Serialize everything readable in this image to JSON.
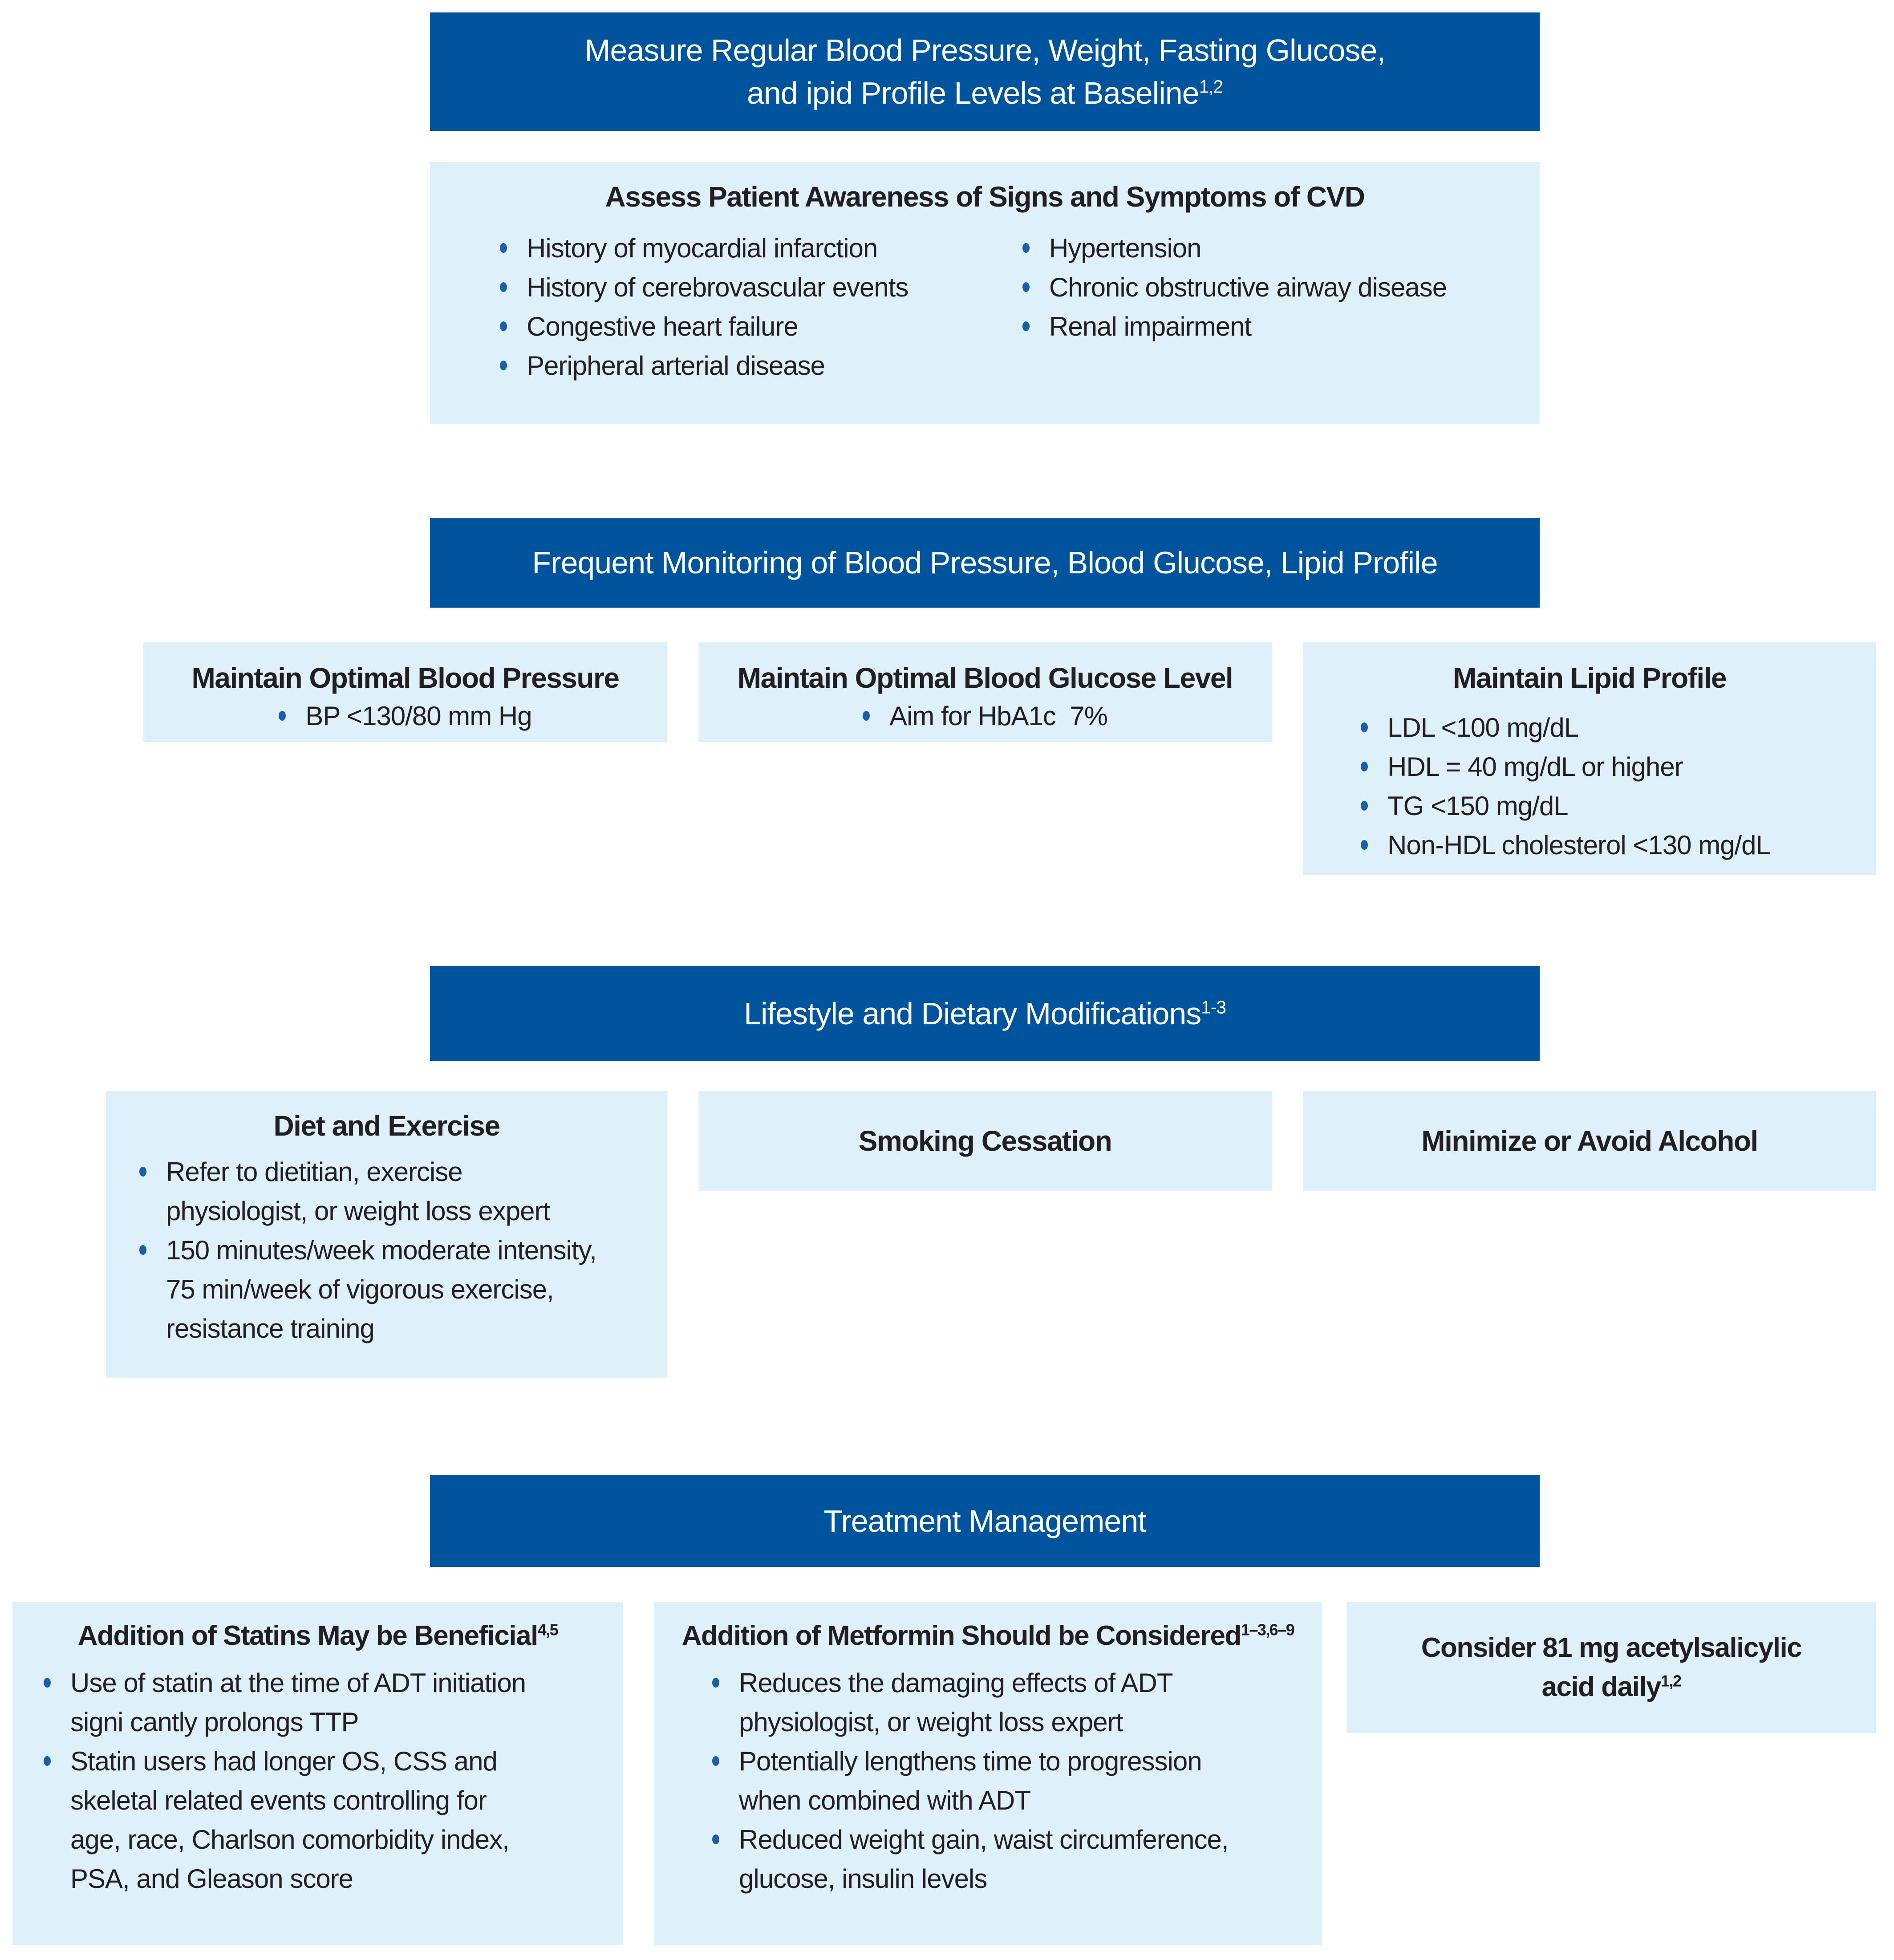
{
  "colors": {
    "dark_blue": "#00549e",
    "light_blue": "#def0fa",
    "text": "#231f20",
    "bullet_blue": "#1a5fa5",
    "header_text": "#ffffff"
  },
  "headers": {
    "baseline_line1": "Measure Regular Blood Pressure, Weight, Fasting Glucose,",
    "baseline_line2": "and ipid Profile Levels at Baseline",
    "baseline_sup": "1,2",
    "monitoring": "Frequent Monitoring of Blood Pressure, Blood Glucose, Lipid Profile",
    "lifestyle": "Lifestyle and Dietary Modifications",
    "lifestyle_sup": "1-3",
    "treatment": "Treatment Management"
  },
  "assess": {
    "title": "Assess Patient Awareness of Signs and Symptoms of CVD",
    "left_items": [
      "History of myocardial infarction",
      "History of cerebrovascular events",
      "Congestive heart failure",
      "Peripheral arterial disease"
    ],
    "right_items": [
      "Hypertension",
      "Chronic obstructive airway disease",
      "Renal impairment"
    ]
  },
  "monitor_boxes": {
    "blood_pressure": {
      "title": "Maintain Optimal Blood Pressure",
      "items": [
        "BP <130/80 mm Hg"
      ]
    },
    "blood_glucose": {
      "title": "Maintain Optimal Blood Glucose Level",
      "items": [
        "Aim for HbA1c  7%"
      ]
    },
    "lipid_profile": {
      "title": "Maintain Lipid Profile",
      "items": [
        "LDL <100 mg/dL",
        "HDL = 40 mg/dL or higher",
        "TG <150 mg/dL",
        "Non-HDL cholesterol <130 mg/dL"
      ]
    }
  },
  "lifestyle_boxes": {
    "diet": {
      "title": "Diet and Exercise",
      "items": [
        "Refer to dietitian, exercise\nphysiologist, or weight loss expert",
        "150 minutes/week moderate intensity,\n75 min/week of vigorous exercise,\nresistance training"
      ]
    },
    "smoking": {
      "title": "Smoking Cessation"
    },
    "alcohol": {
      "title": "Minimize or Avoid Alcohol"
    }
  },
  "treatment_boxes": {
    "statins": {
      "title": "Addition of Statins May be Beneficial",
      "sup": "4,5",
      "items": [
        "Use of statin at the time of ADT initiation\nsigni cantly prolongs TTP",
        "Statin users had longer OS, CSS and\nskeletal related events controlling for\nage, race, Charlson comorbidity index,\nPSA, and Gleason score"
      ]
    },
    "metformin": {
      "title": "Addition of Metformin Should be Considered",
      "sup": "1–3,6–9",
      "items": [
        "Reduces the damaging effects of ADT\nphysiologist, or weight loss expert",
        "Potentially lengthens time to progression\nwhen combined with ADT",
        "Reduced weight gain, waist circumference,\nglucose, insulin levels"
      ]
    },
    "aspirin": {
      "title": "Consider 81 mg acetylsalicylic\nacid daily",
      "sup": "1,2"
    }
  }
}
